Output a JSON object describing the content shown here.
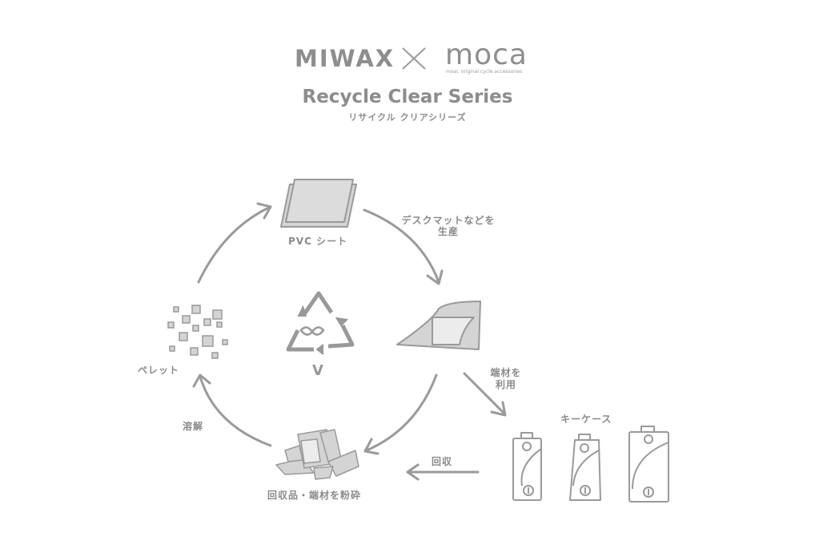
{
  "header": {
    "brand_left": "MIWAX",
    "brand_right": "moca",
    "brand_right_tagline": "moai. original cycle accessories",
    "title": "Recycle Clear Series",
    "subtitle": "リサイクル クリアシリーズ"
  },
  "cycle": {
    "pvc_sheet": "PVC シート",
    "produce_line1": "デスクマットなどを",
    "produce_line2": "生産",
    "offcut_line1": "端材を",
    "offcut_line2": "利用",
    "key_case": "キーケース",
    "collect": "回収",
    "crush": "回収品・端材を粉砕",
    "melt": "溶解",
    "pellet": "ペレット",
    "recycle_mark_letter": "V"
  },
  "colors": {
    "stroke": "#9a9a9a",
    "fill": "#d8d8d8",
    "text": "#8a8a8a"
  }
}
